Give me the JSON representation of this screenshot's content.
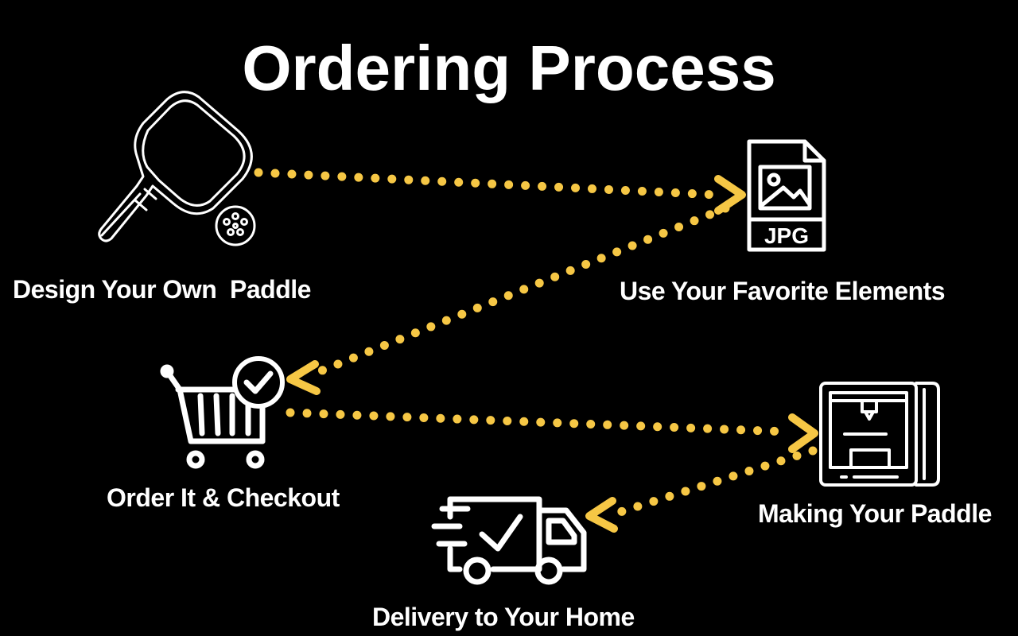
{
  "title": "Ordering Process",
  "colors": {
    "background": "#000000",
    "text": "#ffffff",
    "connector": "#f6c745"
  },
  "steps": [
    {
      "label": "Design Your Own  Paddle",
      "icon": "pickleball-paddle-icon"
    },
    {
      "label": "Use Your Favorite Elements",
      "icon": "jpg-file-icon"
    },
    {
      "label": "Order It & Checkout",
      "icon": "shopping-cart-check-icon"
    },
    {
      "label": "Making Your Paddle",
      "icon": "3d-printer-icon"
    },
    {
      "label": "Delivery to Your Home",
      "icon": "delivery-truck-icon"
    }
  ]
}
